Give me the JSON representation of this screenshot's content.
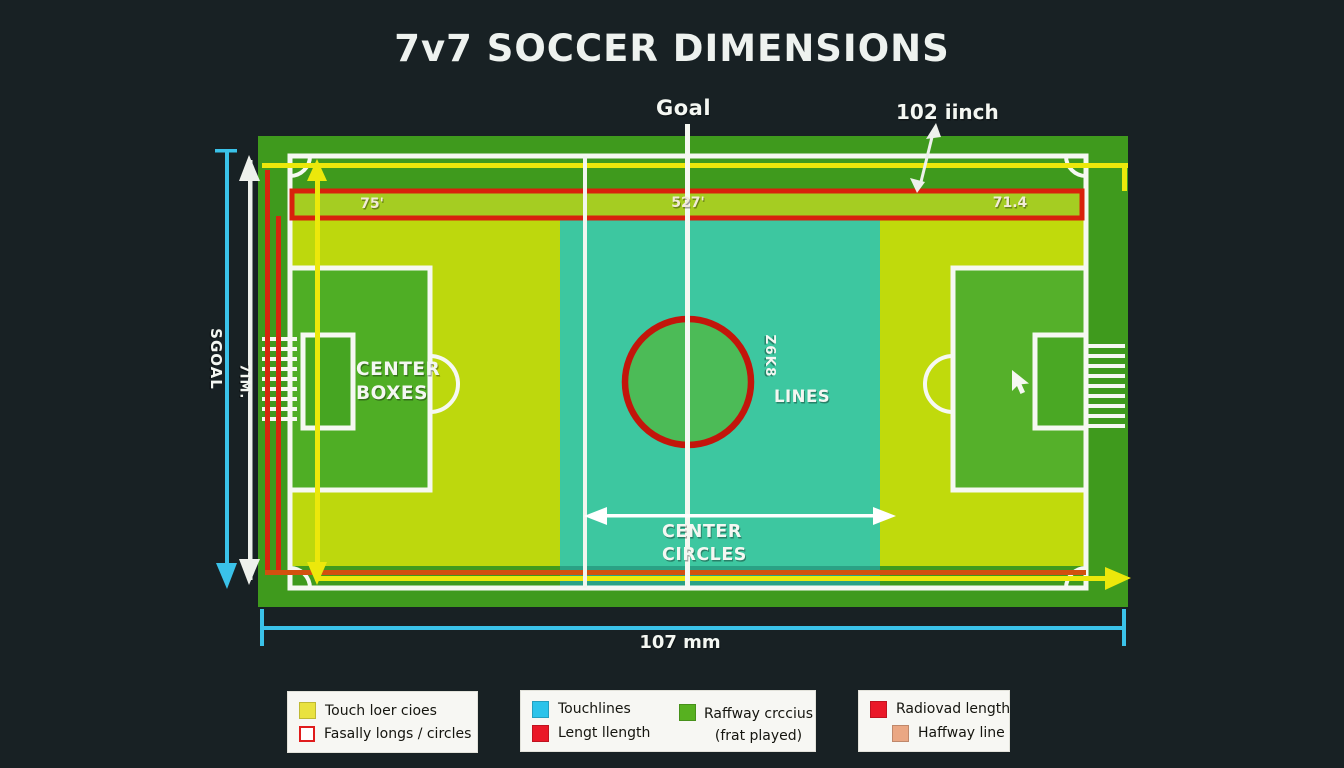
{
  "title": "7v7 SOCCER DIMENSIONS",
  "field": {
    "goal_label": "Goal",
    "goal_width_note": "102 iinch",
    "band_left": "75'",
    "band_center": "527'",
    "band_right": "71.4",
    "left_axis_primary": "SGOAL",
    "left_axis_secondary": "7IM.",
    "center_boxes": [
      "CENTER",
      "BOXES"
    ],
    "center_code": "Z6K8",
    "lines_label": "LINES",
    "center_circles": [
      "CENTER",
      "CIRCLES"
    ],
    "bottom_dimension": "107 mm"
  },
  "legend": {
    "boxes": [
      {
        "items": [
          {
            "swatch": "yellow-filled",
            "color": "#e9e23f",
            "label": "Touch loer cioes"
          },
          {
            "swatch": "red-outline",
            "color": "#e01c1c",
            "label": "Fasally longs / circles"
          }
        ]
      },
      {
        "items": [
          {
            "swatch": "cyan-filled",
            "color": "#2cc3ea",
            "label": "Touchlines"
          },
          {
            "swatch": "red-filled",
            "color": "#ea1828",
            "label": "Lengt llength"
          },
          {
            "swatch": "green-filled",
            "color": "#57b120",
            "label": "Raffway crccius",
            "label2": "(frat played)"
          }
        ]
      },
      {
        "items": [
          {
            "swatch": "red-filled",
            "color": "#ea1828",
            "label": "Radiovad length"
          },
          {
            "swatch": "salmon-filled",
            "color": "#eaa783",
            "label": "Haffway line"
          }
        ]
      }
    ]
  },
  "colors": {
    "background": "#182124",
    "field_dark_green": "#3f9a1d",
    "field_bright_green": "#bdd80d",
    "field_teal": "#3dc7a0",
    "teal_shadow": "#2aa285",
    "penalty_green": "#50ae26",
    "circle_green": "#4cbb57",
    "line_white": "#f6f8f2",
    "accent_red": "#d8220c",
    "accent_orange": "#d2500f",
    "accent_yellow": "#ece80b",
    "accent_cyan": "#3ac2e9",
    "legend_salmon": "#eaa783"
  }
}
